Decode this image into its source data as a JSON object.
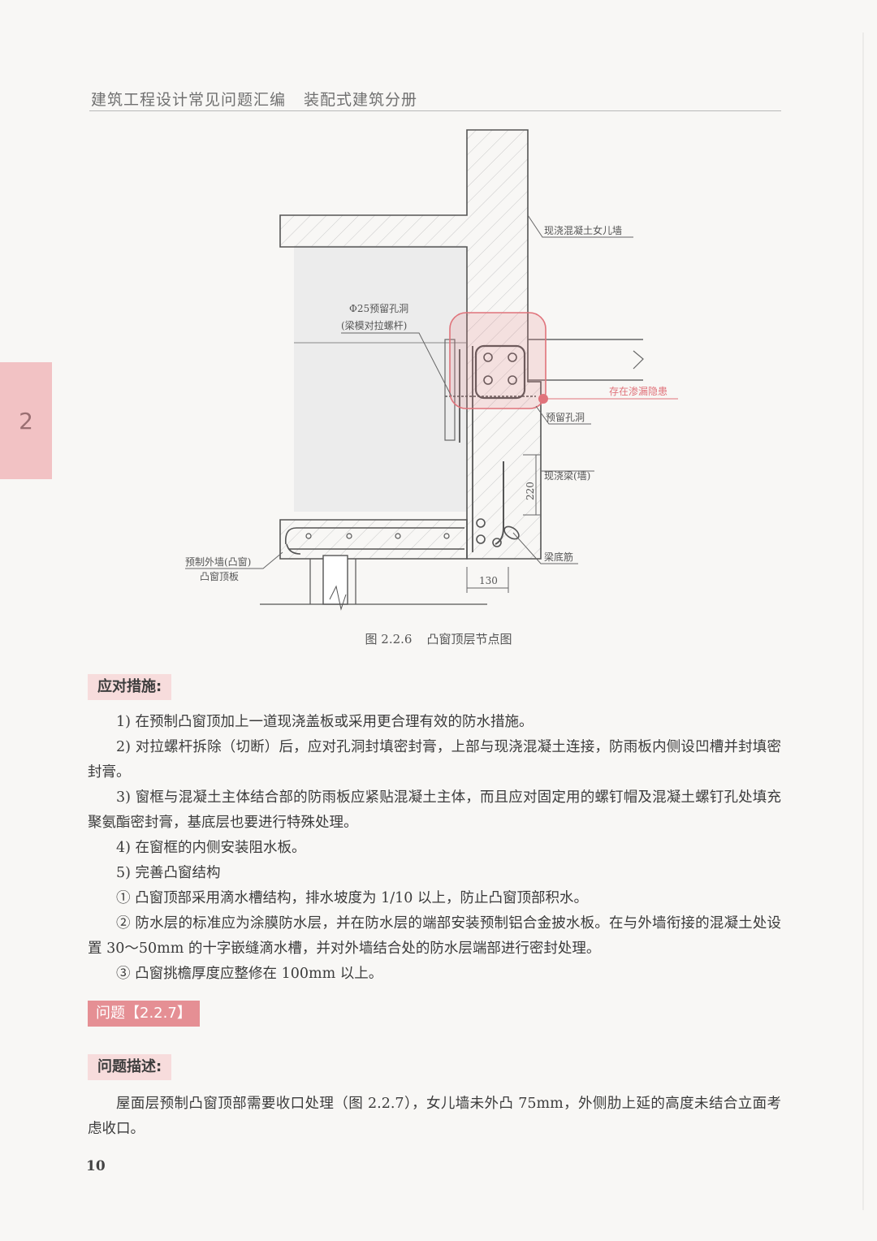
{
  "header": {
    "book_title": "建筑工程设计常见问题汇编",
    "volume": "装配式建筑分册"
  },
  "chapter_tab": "2",
  "figure": {
    "labels": {
      "parapet": "现浇混凝土女儿墙",
      "hole_spec": "Φ25预留孔洞",
      "hole_note": "(梁模对拉螺杆)",
      "leak_risk": "存在渗漏隐患",
      "reserved_hole": "预留孔洞",
      "cast_beam": "现浇梁(墙)",
      "beam_bottom_bar": "梁底筋",
      "precast_wall": "预制外墙(凸窗)",
      "bay_top_slab": "凸窗顶板",
      "dim_220": "220",
      "dim_130": "130"
    },
    "caption_number": "图 2.2.6",
    "caption_title": "凸窗顶层节点图",
    "colors": {
      "highlight": "#e0737b",
      "line": "#666666",
      "section_label_bg": "#f7dcdc",
      "problem_tag_bg": "#e58f94"
    }
  },
  "measures": {
    "title": "应对措施:",
    "items": [
      "1) 在预制凸窗顶加上一道现浇盖板或采用更合理有效的防水措施。",
      "2) 对拉螺杆拆除（切断）后，应对孔洞封填密封膏，上部与现浇混凝土连接，防雨板内侧设凹槽并封填密封膏。",
      "3) 窗框与混凝土主体结合部的防雨板应紧贴混凝土主体，而且应对固定用的螺钉帽及混凝土螺钉孔处填充聚氨酯密封膏，基底层也要进行特殊处理。",
      "4) 在窗框的内侧安装阻水板。",
      "5) 完善凸窗结构",
      "① 凸窗顶部采用滴水槽结构，排水坡度为 1/10 以上，防止凸窗顶部积水。",
      "② 防水层的标准应为涂膜防水层，并在防水层的端部安装预制铝合金披水板。在与外墙衔接的混凝土处设置 30～50mm 的十字嵌缝滴水槽，并对外墙结合处的防水层端部进行密封处理。",
      "③ 凸窗挑檐厚度应整修在 100mm 以上。"
    ]
  },
  "problem": {
    "tag": "问题【2.2.7】",
    "desc_title": "问题描述:",
    "desc": "屋面层预制凸窗顶部需要收口处理（图 2.2.7），女儿墙未外凸 75mm，外侧肋上延的高度未结合立面考虑收口。"
  },
  "page_number": "10"
}
